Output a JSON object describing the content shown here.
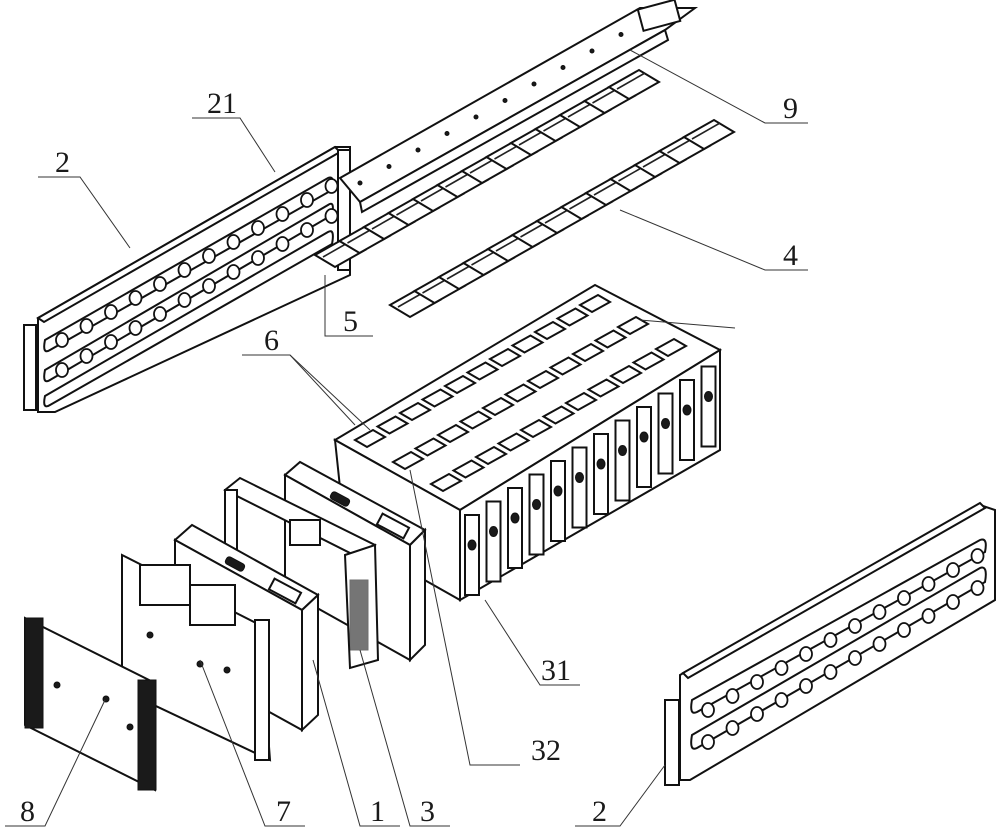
{
  "figure": {
    "type": "exploded-view patent drawing",
    "subject": "battery module assembly",
    "labels": [
      {
        "id": "label-2-top",
        "text": "2"
      },
      {
        "id": "label-21",
        "text": "21"
      },
      {
        "id": "label-9",
        "text": "9"
      },
      {
        "id": "label-4",
        "text": "4"
      },
      {
        "id": "label-5",
        "text": "5"
      },
      {
        "id": "label-6",
        "text": "6"
      },
      {
        "id": "label-31",
        "text": "31"
      },
      {
        "id": "label-32",
        "text": "32"
      },
      {
        "id": "label-8",
        "text": "8"
      },
      {
        "id": "label-7",
        "text": "7"
      },
      {
        "id": "label-1",
        "text": "1"
      },
      {
        "id": "label-3",
        "text": "3"
      },
      {
        "id": "label-2-bottom",
        "text": "2"
      }
    ]
  }
}
